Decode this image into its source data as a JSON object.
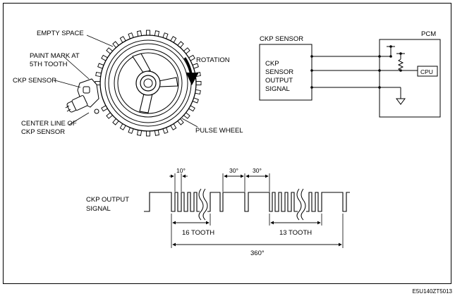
{
  "wheel": {
    "empty_space": "EMPTY SPACE",
    "paint_mark_line1": "PAINT MARK AT",
    "paint_mark_line2": "5TH TOOTH",
    "ckp_sensor": "CKP SENSOR",
    "center_line1": "CENTER LINE OF",
    "center_line2": "CKP SENSOR",
    "rotation": "ROTATION",
    "pulse_wheel": "PULSE WHEEL"
  },
  "circuit": {
    "ckp_sensor_title": "CKP SENSOR",
    "pcm_title": "PCM",
    "output_line1": "CKP",
    "output_line2": "SENSOR",
    "output_line3": "OUTPUT",
    "output_line4": "SIGNAL",
    "cpu": "CPU"
  },
  "signal": {
    "label_line1": "CKP OUTPUT",
    "label_line2": "SIGNAL",
    "angle_10": "10°",
    "angle_30a": "30°",
    "angle_30b": "30°",
    "tooth16": "16 TOOTH",
    "tooth13": "13 TOOTH",
    "angle_360": "360°"
  },
  "figure_code": "E5U140ZT5013"
}
